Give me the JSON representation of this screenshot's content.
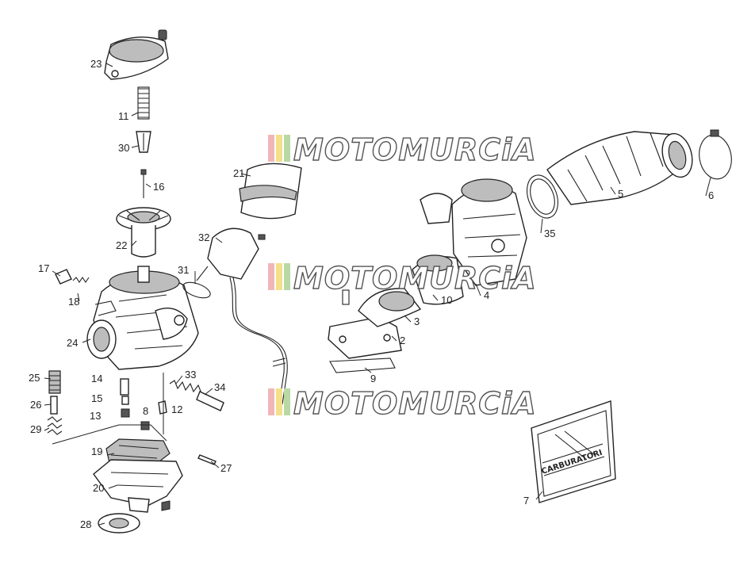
{
  "watermark": {
    "text": "MOTOMURCiA",
    "stripe_colors": [
      "#f2b6b6",
      "#f5e08a",
      "#b9d8a4"
    ]
  },
  "booklet": {
    "title": "CARBURATORI"
  },
  "callouts": {
    "n1": "2",
    "n2": "3",
    "n3": "4",
    "n4": "5",
    "n5": "6",
    "n6": "7",
    "n7": "8",
    "n8": "9",
    "n9": "10",
    "n10": "11",
    "n11": "12",
    "n12": "13",
    "n13": "14",
    "n14": "15",
    "n15": "16",
    "n16": "17",
    "n17": "18",
    "n18": "19",
    "n19": "20",
    "n20": "21",
    "n21": "22",
    "n22": "23",
    "n23": "24",
    "n24": "25",
    "n25": "26",
    "n26": "27",
    "n27": "28",
    "n28": "29",
    "n29": "30",
    "n30": "31",
    "n31": "32",
    "n32": "33",
    "n33": "34",
    "n34": "35"
  }
}
